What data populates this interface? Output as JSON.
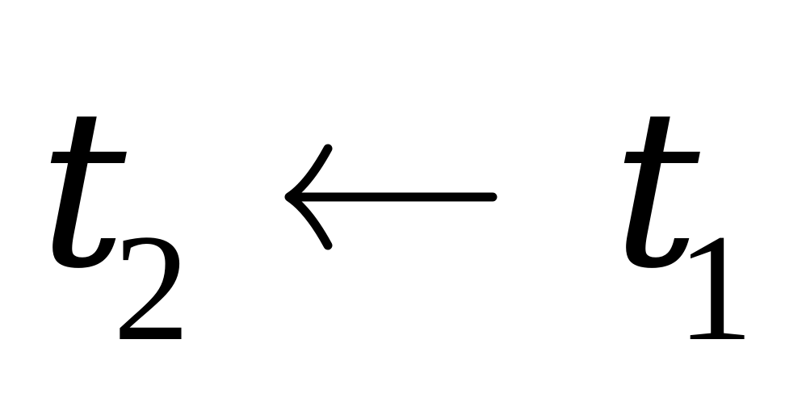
{
  "formula": {
    "left_symbol": "t",
    "left_subscript": "2",
    "operator": "←",
    "right_symbol": "t",
    "right_subscript": "1",
    "text_color": "#000000",
    "background_color": "#ffffff"
  }
}
